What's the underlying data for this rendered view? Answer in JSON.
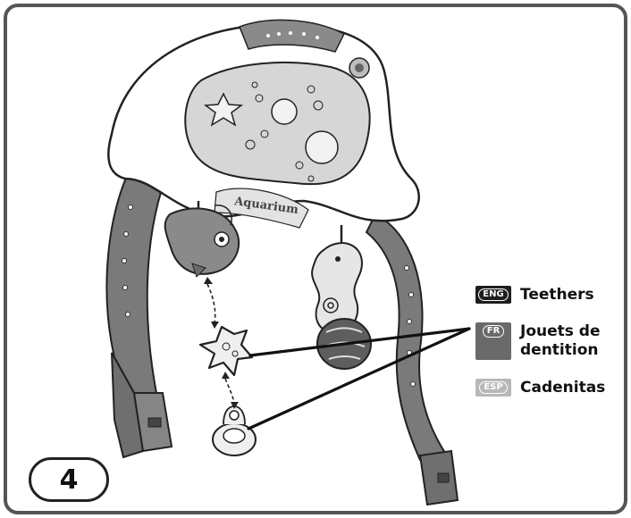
{
  "step_number": "4",
  "callout": {
    "items": [
      {
        "lang": "ENG",
        "label": "Teethers",
        "color": "#1e1e1e"
      },
      {
        "lang": "FR",
        "label": "Jouets de dentition",
        "label_line1": "Jouets de",
        "label_line2": "dentition",
        "color": "#6a6a6a"
      },
      {
        "lang": "ESP",
        "label": "Cadenitas",
        "color": "#b8b8b8"
      }
    ]
  },
  "product_logo_text": "Aquarium",
  "colors": {
    "frame": "#555555",
    "leg": "#7a7a7a",
    "body_fill": "#ffffff",
    "screen": "#d6d6d6"
  }
}
